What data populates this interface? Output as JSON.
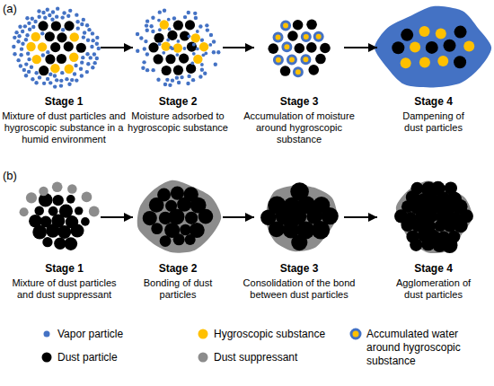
{
  "diagram": {
    "nodes": [
      {
        "text": [
          "Stage 1",
          "Mixture of dust particles and hygroscopic substance in a humid environment"
        ]
      },
      {
        "text": [
          "Stage 2",
          "Moisture adsorbed to hygroscopic substance"
        ]
      },
      {
        "text": [
          "Stage 3",
          "Accumulation of moisture around hygroscopic substance"
        ]
      },
      {
        "text": [
          "Stage 4",
          "Dampening of dust particles"
        ]
      },
      {
        "text": [
          "Stage 1",
          "Mixture of dust particles and dust suppressant"
        ]
      },
      {
        "text": [
          "Stage 2",
          "Bonding of dust particles"
        ]
      },
      {
        "text": [
          "Stage 3",
          "Consolidation of the bond between dust particles"
        ]
      },
      {
        "text": [
          "Stage 4",
          "Agglomeration of dust particles"
        ]
      }
    ],
    "edges": [
      {
        "from": 0,
        "to": 1,
        "arrow": "to"
      },
      {
        "from": 1,
        "to": 2,
        "arrow": "to"
      },
      {
        "from": 2,
        "to": 3,
        "arrow": "to"
      },
      {
        "from": 4,
        "to": 5,
        "arrow": "to"
      },
      {
        "from": 5,
        "to": 6,
        "arrow": "to"
      },
      {
        "from": 6,
        "to": 7,
        "arrow": "to"
      }
    ],
    "labels": [
      "(a)",
      "(b)"
    ],
    "legend": [
      {
        "text": "Vapor particle",
        "color": "#4472c4"
      },
      {
        "text": "Hygroscopic substance",
        "color": "#ffc000"
      },
      {
        "text": "Accumulated water around hygroscopic substance"
      },
      {
        "text": "Dust particle",
        "color": "#000000"
      },
      {
        "text": "Dust suppressant",
        "color": "#8c8c8c"
      }
    ]
  }
}
